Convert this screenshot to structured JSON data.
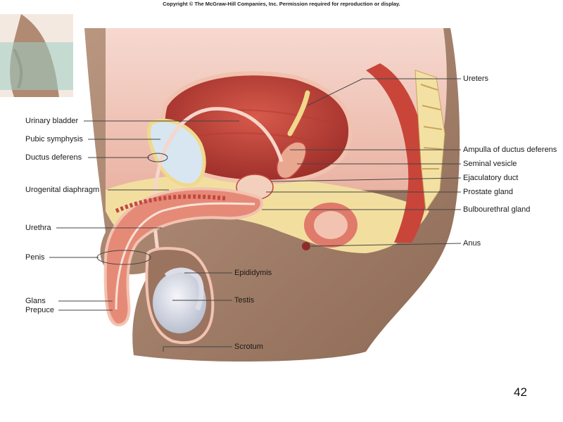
{
  "copyright": "Copyright © The McGraw-Hill Companies, Inc. Permission required for reproduction or display.",
  "page_number": "42",
  "labels": {
    "urinary_bladder": "Urinary bladder",
    "pubic_symphysis": "Pubic symphysis",
    "ductus_deferens": "Ductus deferens",
    "urogenital_diaphragm": "Urogenital diaphragm",
    "urethra": "Urethra",
    "penis": "Penis",
    "glans": "Glans",
    "prepuce": "Prepuce",
    "ureters": "Ureters",
    "ampulla": "Ampulla of ductus deferens",
    "seminal_vesicle": "Seminal vesicle",
    "ejaculatory_duct": "Ejaculatory duct",
    "prostate_gland": "Prostate gland",
    "bulbourethral_gland": "Bulbourethral gland",
    "anus": "Anus",
    "epididymis": "Epididymis",
    "testis": "Testis",
    "scrotum": "Scrotum"
  },
  "colors": {
    "skin": "#a98670",
    "muscle": "#c2473f",
    "tissue_pink": "#f2c3b0",
    "bone_yellow": "#f0d98a",
    "testis": "#dfe3ec",
    "leader_line": "#444444"
  }
}
